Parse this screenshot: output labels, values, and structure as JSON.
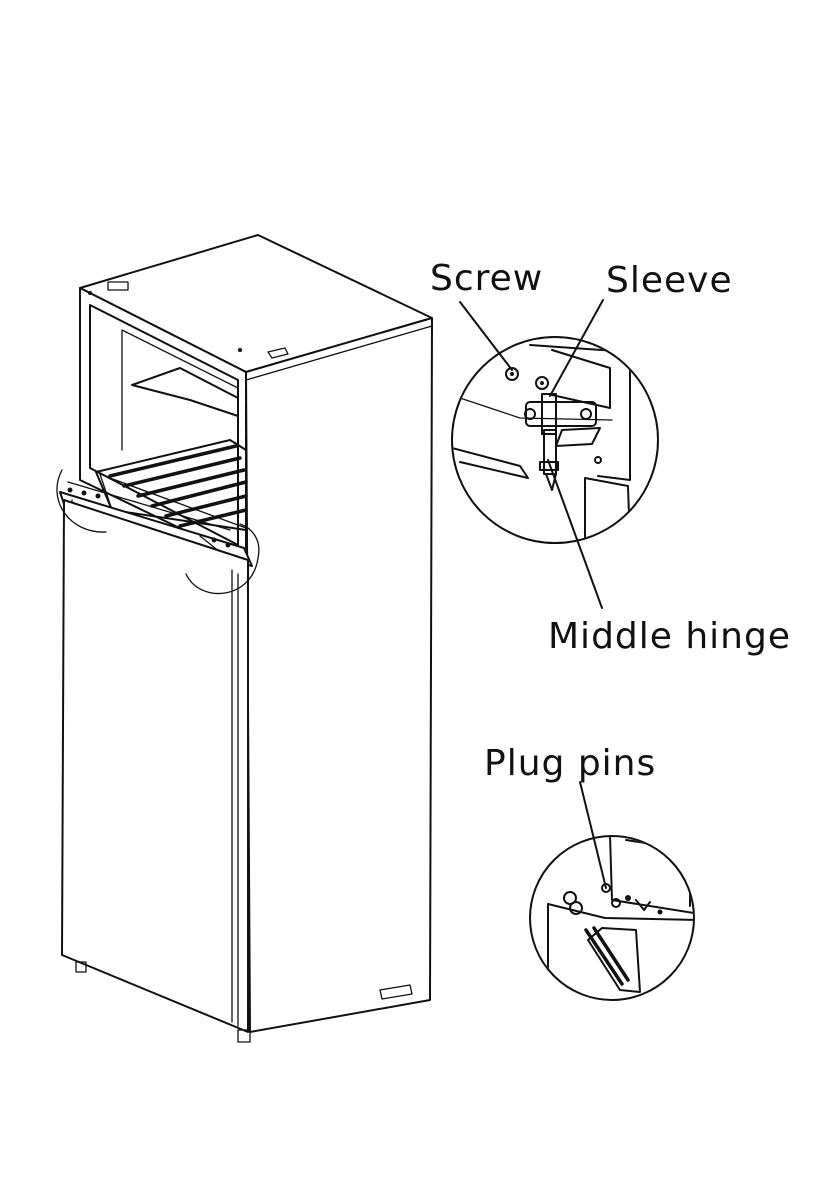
{
  "labels": {
    "screw": "Screw",
    "sleeve": "Sleeve",
    "middle_hinge": "Middle hinge",
    "plug_pins": "Plug pins"
  },
  "colors": {
    "line": "#111111",
    "background": "#ffffff"
  }
}
